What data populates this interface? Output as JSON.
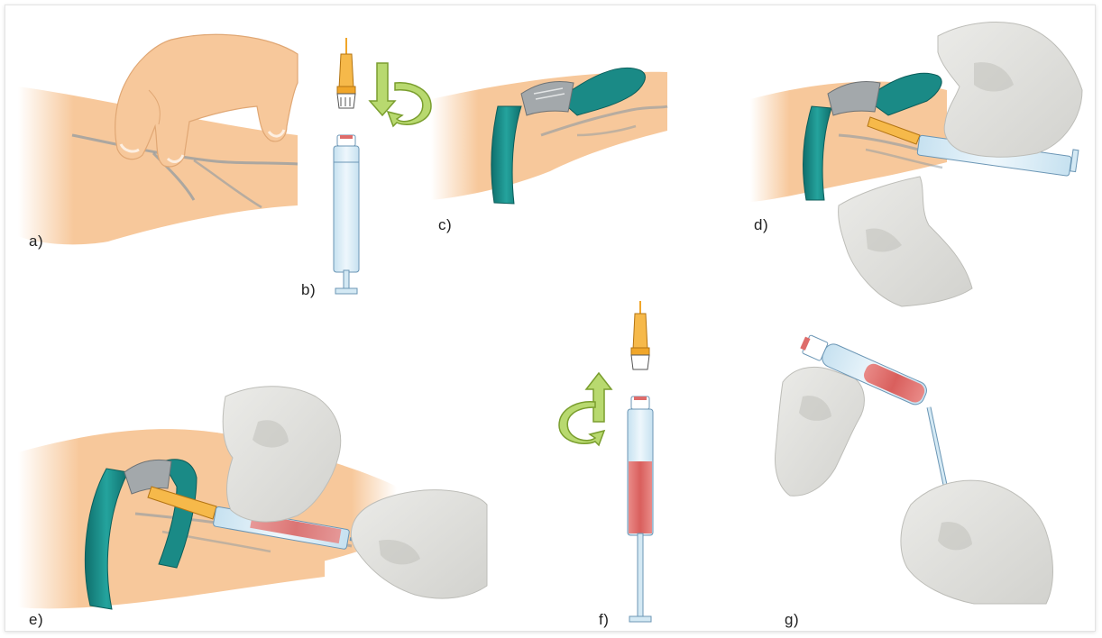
{
  "panels": [
    {
      "id": "a",
      "label": "a)"
    },
    {
      "id": "b",
      "label": "b)"
    },
    {
      "id": "c",
      "label": "c)"
    },
    {
      "id": "d",
      "label": "d)"
    },
    {
      "id": "e",
      "label": "e)"
    },
    {
      "id": "f",
      "label": "f)"
    },
    {
      "id": "g",
      "label": "g)"
    }
  ],
  "colors": {
    "skin": "#f7c89b",
    "skin_shadow": "#eeb784",
    "vein": "#8c99a3",
    "tourniquet": "#1a8a86",
    "buckle": "#a3a8ab",
    "glove": "#dfdfdc",
    "glove_shadow": "#bdbdb8",
    "needle_hub": "#f0a62a",
    "syringe": "#d4e9f4",
    "syringe_outline": "#6b96b5",
    "blood": "#de6c6a",
    "arrow": "#b8d96f",
    "arrow_outline": "#7a9e2e"
  },
  "icons": [
    "rotate-arrow-icon",
    "down-arrow-icon",
    "up-arrow-icon"
  ]
}
